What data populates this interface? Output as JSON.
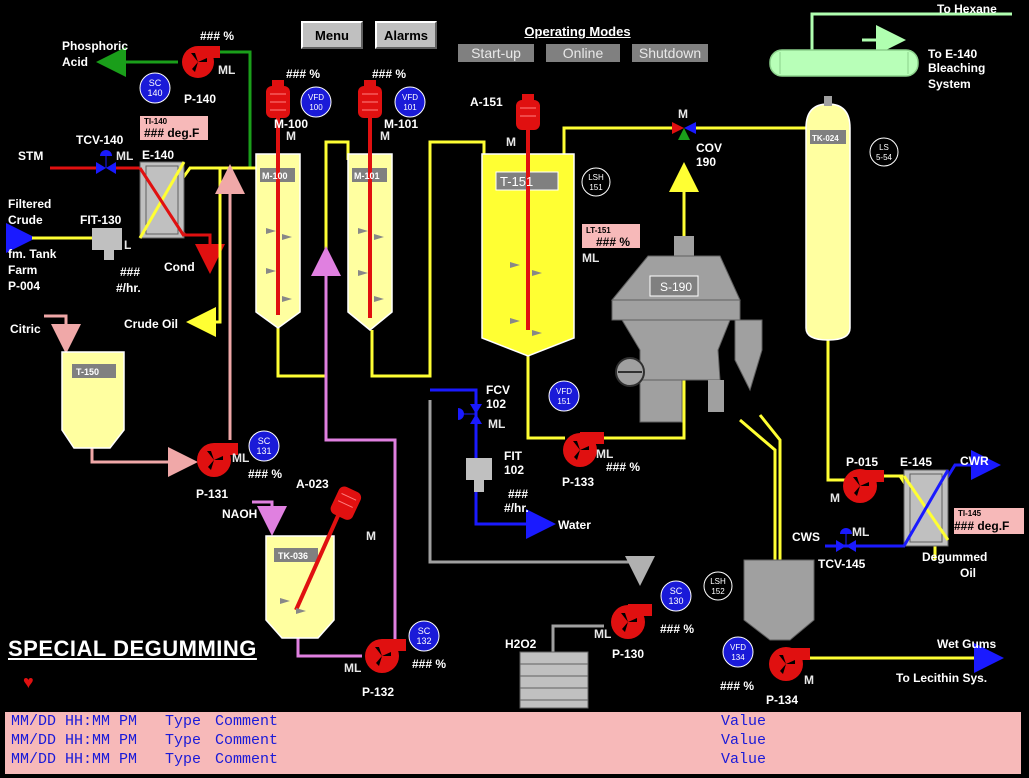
{
  "toolbar": {
    "menu_label": "Menu",
    "alarms_label": "Alarms"
  },
  "modes": {
    "title": "Operating Modes",
    "startup": "Start-up",
    "online": "Online",
    "shutdown": "Shutdown"
  },
  "title": "SPECIAL DEGUMMING",
  "labels": {
    "to_hexane": "To Hexane",
    "to_e140_1": "To E-140",
    "to_e140_2": "Bleaching",
    "to_e140_3": "System",
    "phosphoric_1": "Phosphoric",
    "phosphoric_2": "Acid",
    "stm": "STM",
    "filtered_1": "Filtered",
    "filtered_2": "Crude",
    "fm_1": "fm. Tank",
    "fm_2": "Farm",
    "fm_3": "P-004",
    "cond": "Cond",
    "crude_oil": "Crude Oil",
    "citric": "Citric",
    "naoh": "NAOH",
    "water": "Water",
    "h2o2": "H2O2",
    "cwr": "CWR",
    "cws": "CWS",
    "degummed_1": "Degummed",
    "degummed_2": "Oil",
    "wet_gums": "Wet  Gums",
    "to_lecithin": "To Lecithin Sys."
  },
  "equipment": {
    "p140": "P-140",
    "sc140_1": "SC",
    "sc140_2": "140",
    "m100": "M-100",
    "vfd100_1": "VFD",
    "vfd100_2": "100",
    "m101": "M-101",
    "vfd101_1": "VFD",
    "vfd101_2": "101",
    "a151": "A-151",
    "t151": "T-151",
    "lsh151_1": "LSH",
    "lsh151_2": "151",
    "lt151": "LT-151",
    "tcv140": "TCV-140",
    "e140": "E-140",
    "ti140": "TI-140",
    "fit130": "FIT-130",
    "tank_m100": "M-100",
    "tank_m101": "M-101",
    "cov190_1": "COV",
    "cov190_2": "190",
    "s190": "S-190",
    "tk024": "TK-024",
    "ls554_1": "LS",
    "ls554_2": "5-54",
    "t150": "T-150",
    "p131": "P-131",
    "sc131_1": "SC",
    "sc131_2": "131",
    "a023": "A-023",
    "tk036": "TK-036",
    "p132": "P-132",
    "sc132_1": "SC",
    "sc132_2": "132",
    "fcv102_1": "FCV",
    "fcv102_2": "102",
    "fit102_1": "FIT",
    "fit102_2": "102",
    "vfd151_1": "VFD",
    "vfd151_2": "151",
    "p133": "P-133",
    "p130": "P-130",
    "sc130_1": "SC",
    "sc130_2": "130",
    "lsh152_1": "LSH",
    "lsh152_2": "152",
    "vfd134_1": "VFD",
    "vfd134_2": "134",
    "p134": "P-134",
    "p015": "P-015",
    "e145": "E-145",
    "ti145": "TI-145",
    "tcv145": "TCV-145",
    "ml": "ML",
    "m": "M",
    "l": "L"
  },
  "readouts": {
    "pct": "### %",
    "degf": "### deg.F",
    "flow1": "###",
    "flow2": "#/hr."
  },
  "log": {
    "rows": [
      {
        "datetime": "MM/DD HH:MM PM",
        "type": "Type",
        "comment": "Comment",
        "value": "Value"
      },
      {
        "datetime": "MM/DD HH:MM PM",
        "type": "Type",
        "comment": "Comment",
        "value": "Value"
      },
      {
        "datetime": "MM/DD HH:MM PM",
        "type": "Type",
        "comment": "Comment",
        "value": "Value"
      }
    ]
  },
  "colors": {
    "background": "#000000",
    "pipe_yellow": "#ffff33",
    "pipe_red": "#e01010",
    "pipe_pink": "#f0a8a8",
    "pipe_violet": "#e080e0",
    "pipe_blue": "#1a1aff",
    "pipe_green": "#1a9e1a",
    "pipe_gray": "#a0a0a0",
    "tank_fill": "#ffffa0",
    "pump_red": "#e01010",
    "instrument_blue": "#1a1ad8",
    "log_bg": "#f7b9b9"
  }
}
